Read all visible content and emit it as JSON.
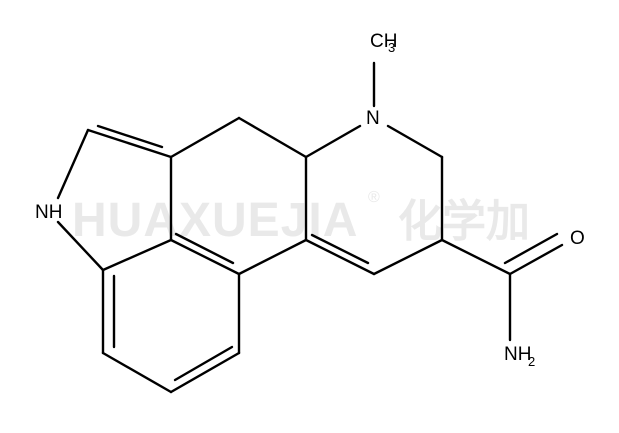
{
  "watermark": {
    "latin": "HUAXUEJIA",
    "registered": "®",
    "chinese": "化学加"
  },
  "atoms": {
    "methyl": "CH",
    "methyl_sub": "3",
    "amine_n": "N",
    "indole_nh": "NH",
    "carbonyl_o": "O",
    "amide_n": "NH",
    "amide_sub": "2"
  },
  "colors": {
    "bond": "#000000",
    "watermark": "#e9e9e9",
    "background": "#ffffff"
  }
}
